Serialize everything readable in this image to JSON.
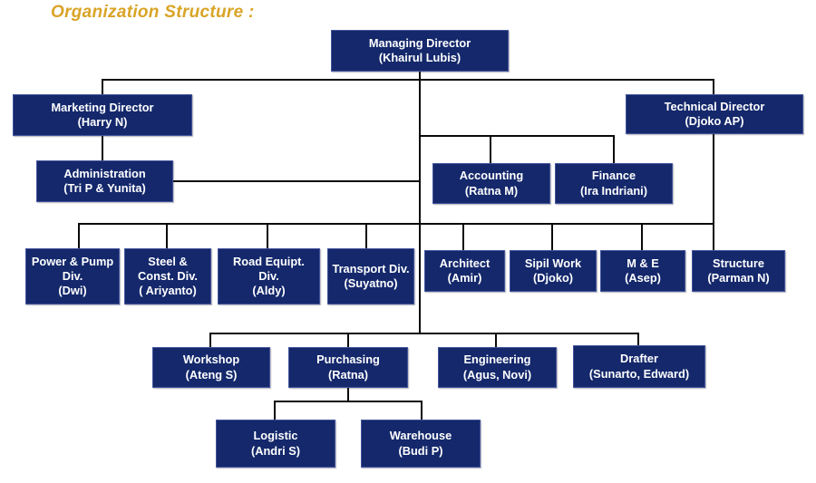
{
  "page": {
    "title": "Organization Structure :"
  },
  "colors": {
    "box_fill": "#14286B",
    "box_border": "#44549C",
    "box_text": "#FFFFFF",
    "title_text": "#D9A427",
    "connector": "#0A0A0A",
    "background": "#FFFFFF"
  },
  "nodes": {
    "managing": {
      "role": "Managing Director",
      "person": "(Khairul Lubis)"
    },
    "marketing": {
      "role": "Marketing Director",
      "person": "(Harry N)"
    },
    "technical": {
      "role": "Technical Director",
      "person": "(Djoko AP)"
    },
    "administration": {
      "role": "Administration",
      "person": "(Tri P & Yunita)"
    },
    "accounting": {
      "role": "Accounting",
      "person": "(Ratna M)"
    },
    "finance": {
      "role": "Finance",
      "person": "(Ira Indriani)"
    },
    "power_pump": {
      "role": "Power & Pump Div.",
      "person": "(Dwi)"
    },
    "steel_const": {
      "role": "Steel & Const. Div.",
      "person": "( Ariyanto)"
    },
    "road_equipt": {
      "role": "Road Equipt. Div.",
      "person": "(Aldy)"
    },
    "transport": {
      "role": "Transport Div.",
      "person": "(Suyatno)"
    },
    "architect": {
      "role": "Architect",
      "person": "(Amir)"
    },
    "sipil_work": {
      "role": "Sipil Work",
      "person": "(Djoko)"
    },
    "m_and_e": {
      "role": "M & E",
      "person": "(Asep)"
    },
    "structure": {
      "role": "Structure",
      "person": "(Parman N)"
    },
    "workshop": {
      "role": "Workshop",
      "person": "(Ateng S)"
    },
    "purchasing": {
      "role": "Purchasing",
      "person": "(Ratna)"
    },
    "engineering": {
      "role": "Engineering",
      "person": "(Agus, Novi)"
    },
    "drafter": {
      "role": "Drafter",
      "person": "(Sunarto, Edward)"
    },
    "logistic": {
      "role": "Logistic",
      "person": "(Andri S)"
    },
    "warehouse": {
      "role": "Warehouse",
      "person": "(Budi P)"
    }
  }
}
